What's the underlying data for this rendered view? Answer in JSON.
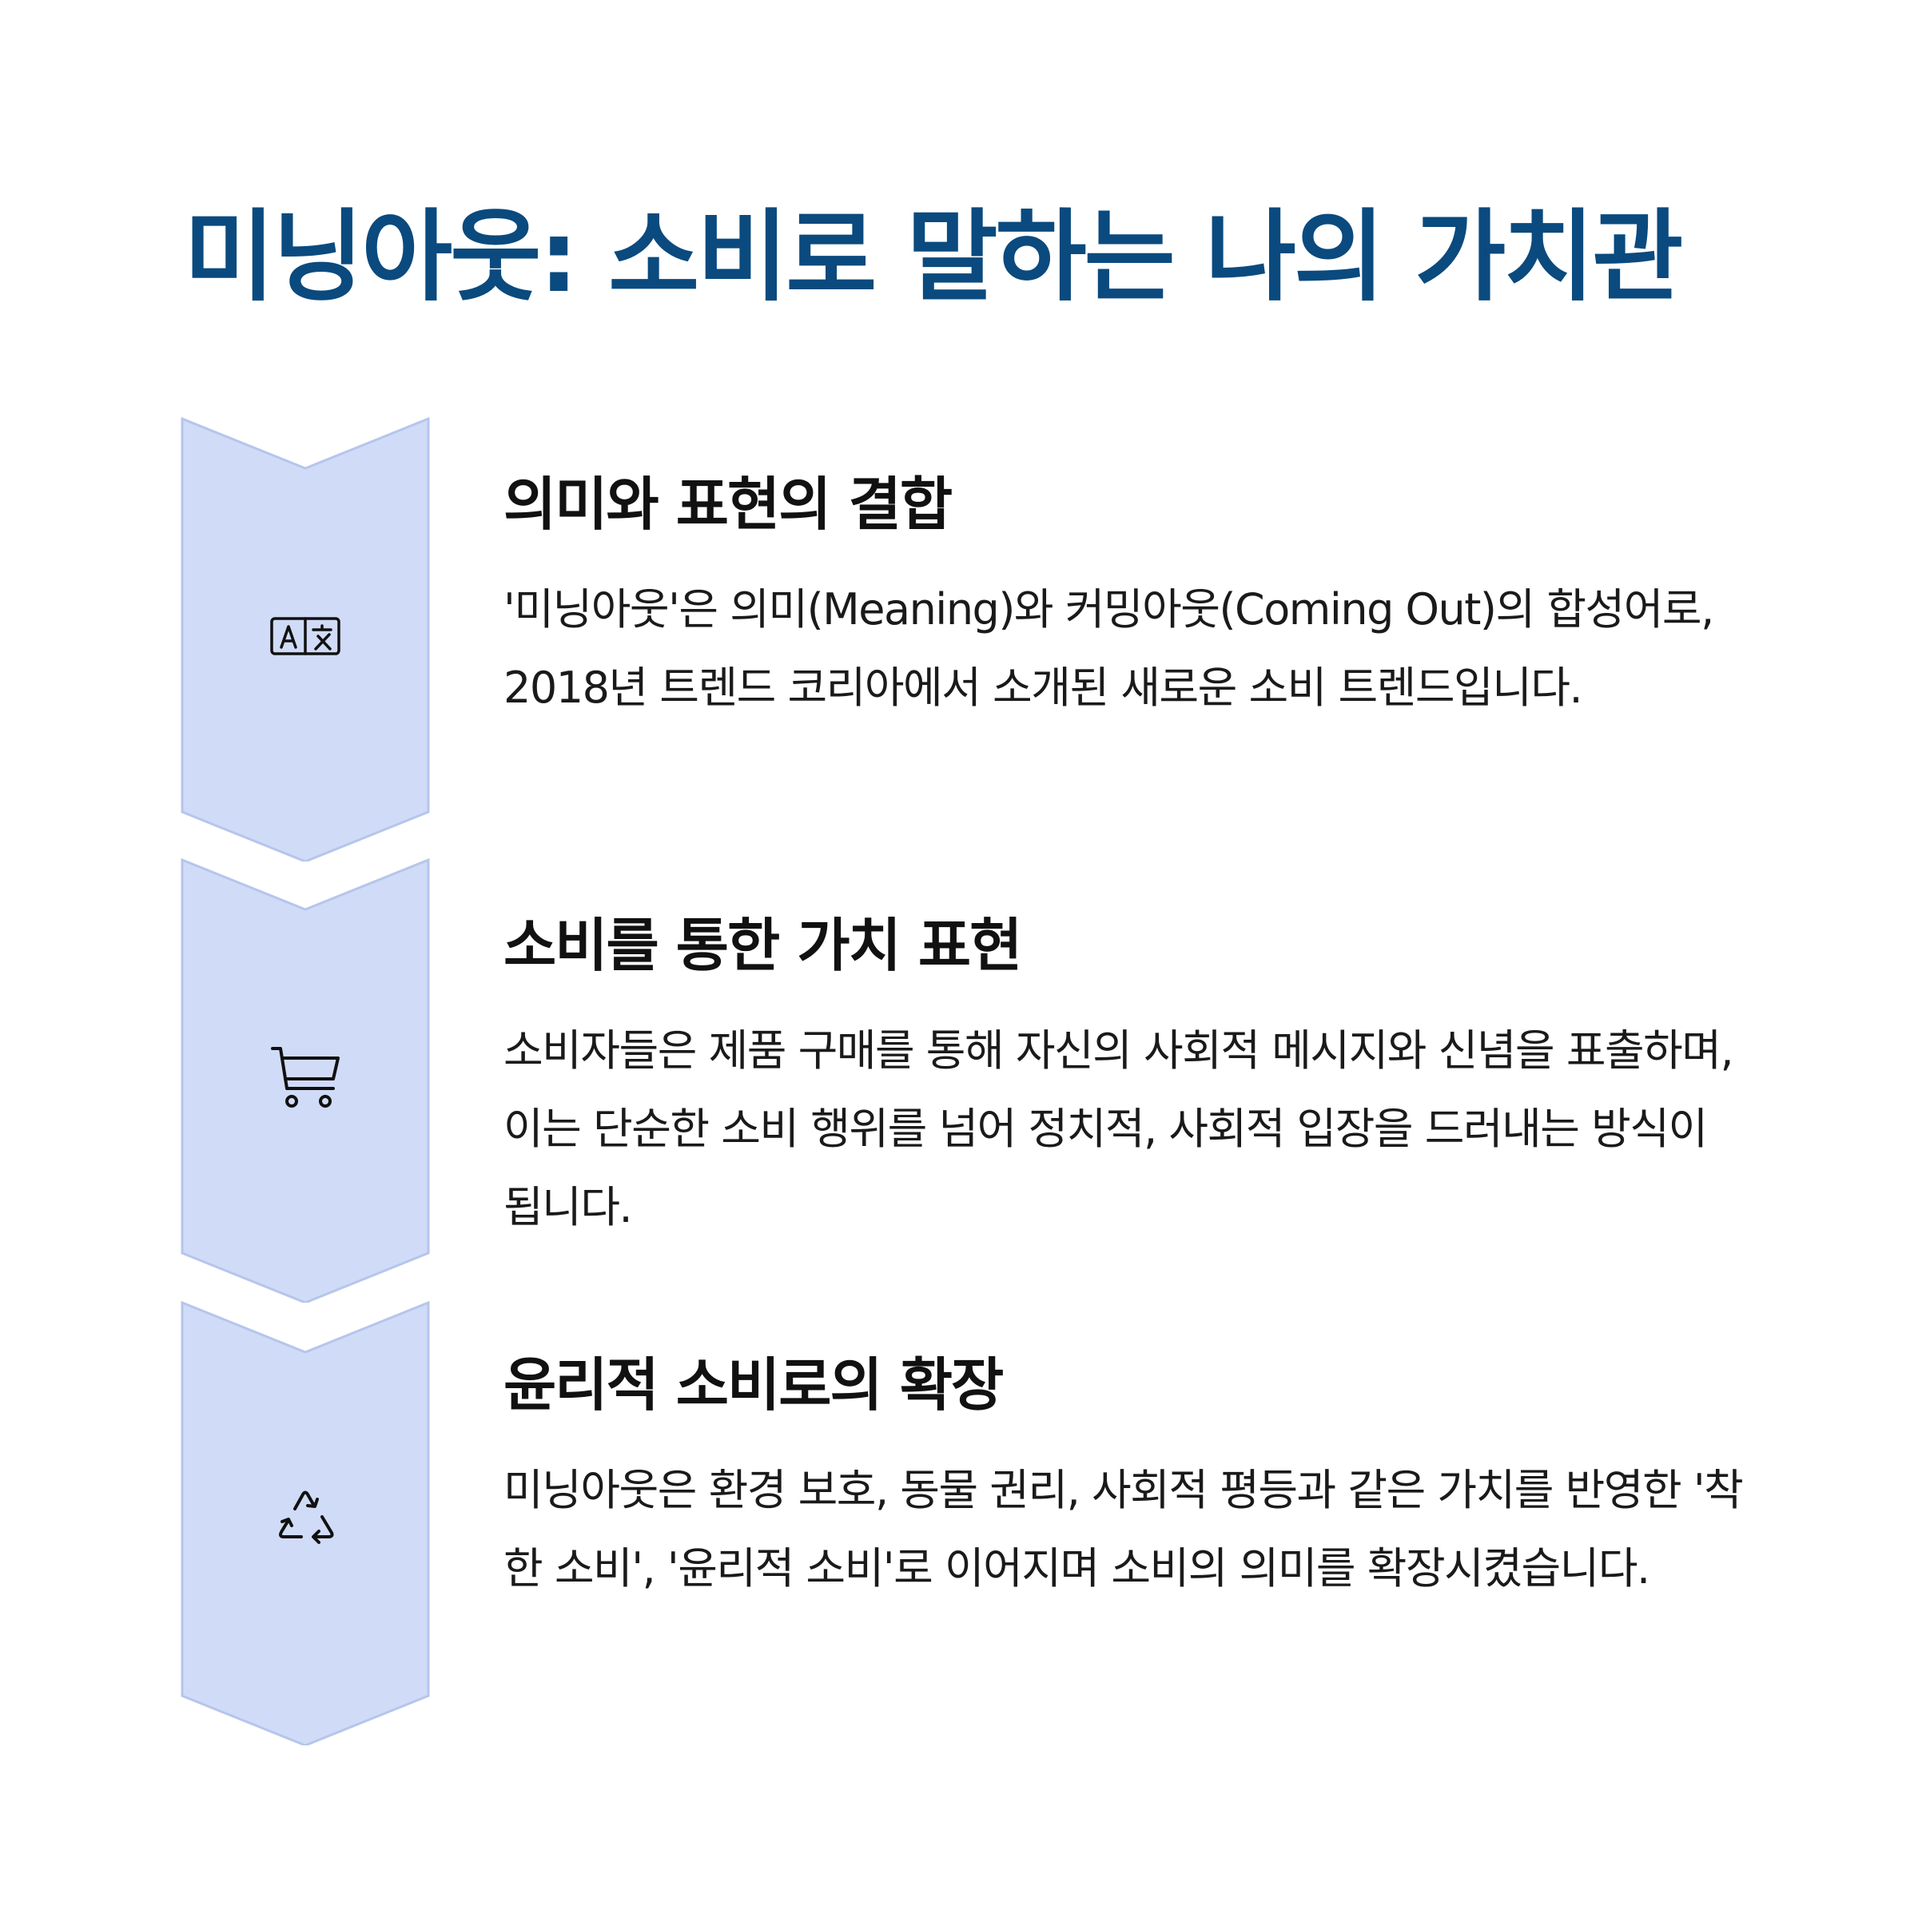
{
  "title": "미닝아웃: 소비로 말하는 나의 가치관",
  "colors": {
    "title": "#0a4a7e",
    "chevron_fill": "#d0dbf7",
    "chevron_stroke": "#b6c5ec",
    "text": "#111111"
  },
  "steps": [
    {
      "icon": "translate-icon",
      "heading": "의미와 표현의 결합",
      "description": "'미닝아웃'은 의미(Meaning)와 커밍아웃(Coming Out)의 합성어로, 2018년 트렌드 코리아에서 소개된 새로운 소비 트렌드입니다."
    },
    {
      "icon": "shopping-cart-icon",
      "heading": "소비를 통한 가치 표현",
      "description": "소비자들은 제품 구매를 통해 자신의 사회적 메시지와 신념을 표출하며, 이는 단순한 소비 행위를 넘어 정치적, 사회적 입장을 드러내는 방식이 됩니다."
    },
    {
      "icon": "recycle-icon",
      "heading": "윤리적 소비로의 확장",
      "description": "미닝아웃은 환경 보호, 동물 권리, 사회적 평등과 같은 가치를 반영한 '착한 소비', '윤리적 소비'로 이어지며 소비의 의미를 확장시켰습니다."
    }
  ]
}
